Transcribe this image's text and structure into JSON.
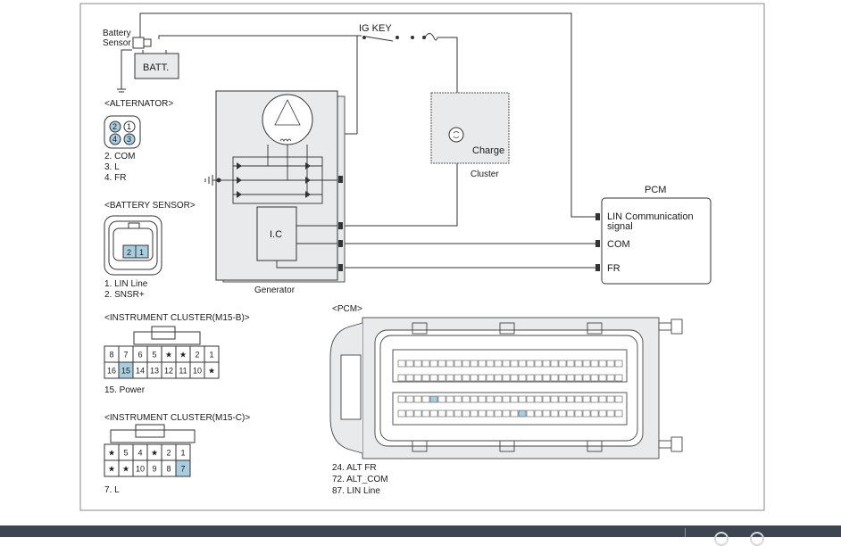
{
  "battery_sensor": {
    "label_line1": "Battery",
    "label_line2": "Sensor",
    "batt": "BATT."
  },
  "ig_key": "IG KEY",
  "cluster": {
    "charge": "Charge",
    "label": "Cluster"
  },
  "pcm_box": {
    "title": "PCM",
    "lin_line1": "LIN Communication",
    "lin_line2": "signal",
    "com": "COM",
    "fr": "FR"
  },
  "generator": {
    "label": "Generator",
    "ic": "I.C"
  },
  "alternator_connector": {
    "title": "<ALTERNATOR>",
    "pins": [
      "2",
      "1",
      "4",
      "3"
    ],
    "legend": [
      "2. COM",
      "3. L",
      "4. FR"
    ]
  },
  "battery_sensor_connector": {
    "title": "<BATTERY SENSOR>",
    "pins": [
      "2",
      "1"
    ],
    "legend": [
      "1. LIN Line",
      "2. SNSR+"
    ]
  },
  "cluster_m15b": {
    "title": "<INSTRUMENT CLUSTER(M15-B)>",
    "row1": [
      "8",
      "7",
      "6",
      "5",
      "★",
      "★",
      "2",
      "1"
    ],
    "row2": [
      "16",
      "15",
      "14",
      "13",
      "12",
      "11",
      "10",
      "★"
    ],
    "legend": "15. Power"
  },
  "cluster_m15c": {
    "title": "<INSTRUMENT CLUSTER(M15-C)>",
    "row1": [
      "★",
      "5",
      "4",
      "★",
      "2",
      "1"
    ],
    "row2": [
      "★",
      "★",
      "10",
      "9",
      "8",
      "7"
    ],
    "legend": "7. L"
  },
  "pcm_connector": {
    "title": "<PCM>",
    "legend": [
      "24. ALT FR",
      "72. ALT_COM",
      "87. LIN Line"
    ]
  },
  "colors": {
    "highlight": "#a8cde0",
    "shade": "#e8eaec",
    "line": "#333333",
    "footer": "#3d4550"
  }
}
